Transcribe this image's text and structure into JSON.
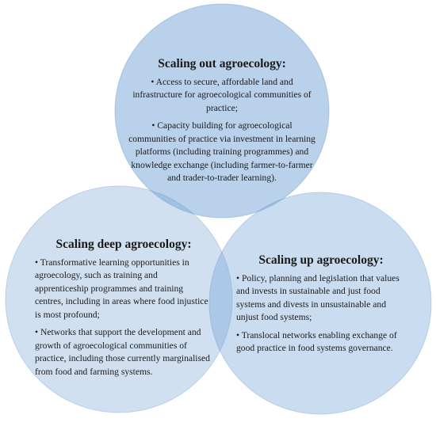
{
  "colors": {
    "circle_fill": "#6d9fd4",
    "circle_stroke": "#5a8cc4"
  },
  "circles": {
    "scaling_out": {
      "title": "Scaling out agroecology:",
      "bullets": [
        "• Access to secure, affordable land and infrastructure for agroecological communities of practice;",
        "• Capacity building for agroecological communities of practice via investment in learning platforms (including training programmes) and knowledge exchange (including farmer-to-farmer and trader-to-trader learning)."
      ]
    },
    "scaling_deep": {
      "title": "Scaling deep agroecology:",
      "bullets": [
        "• Transformative learning opportunities in agroecology, such as training and apprenticeship programmes and training centres, including in areas where food injustice is most profound;",
        "• Networks that support the development and growth of agroecological communities of practice, including those currently marginalised from food and farming systems."
      ]
    },
    "scaling_up": {
      "title": "Scaling up agroecology:",
      "bullets": [
        "• Policy, planning and legislation that values and invests in sustainable and just food systems and divests in unsustainable and unjust food systems;",
        "• Translocal networks enabling exchange of good practice in food systems governance."
      ]
    }
  }
}
